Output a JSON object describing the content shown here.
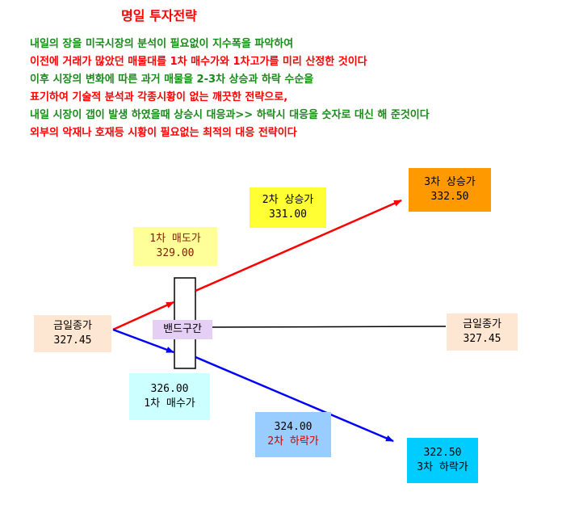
{
  "title": "명일 투자전략",
  "description": [
    {
      "text": "내일의 장을 미국시장의 분석이 필요없이 지수폭을 파악하여",
      "color": "#1a8a1a"
    },
    {
      "text": "이전에 거래가 많았던 매물대를 1차 매수가와 1차고가를 미리 산정한 것이다",
      "color": "#ff0000"
    },
    {
      "text": "이후 시장의 변화에 따른 과거 매물을 2-3차 상승과 하락 수순을",
      "color": "#1a8a1a"
    },
    {
      "text": "표기하여 기술적  분석과 각종시황이 없는 깨끗한 전략으로,",
      "color": "#ff0000"
    },
    {
      "text": "내일 시장이 갭이 발생 하였을때 상승시 대응과>> 하락시 대응을 숫자로 대신 해 준것이다",
      "color": "#1a8a1a"
    },
    {
      "text": "외부의 악재나 호재등  시황이 필요없는 최적의 대응 전략이다",
      "color": "#ff0000"
    }
  ],
  "boxes": {
    "close_left": {
      "label": "금일종가",
      "value": "327.45",
      "bg": "#fde6d2",
      "color": "#000000"
    },
    "sell1": {
      "label": "1차 매도가",
      "value": "329.00",
      "bg": "#ffff99",
      "color": "#7a1f00"
    },
    "rise2": {
      "label": "2차 상승가",
      "value": "331.00",
      "bg": "#ffff33",
      "color": "#000000"
    },
    "rise3": {
      "label": "3차 상승가",
      "value": "332.50",
      "bg": "#ff9900",
      "color": "#000000"
    },
    "close_right": {
      "label": "금일종가",
      "value": "327.45",
      "bg": "#fde6d2",
      "color": "#000000"
    },
    "buy1": {
      "value": "326.00",
      "label": "1차 매수가",
      "bg": "#ccffff",
      "color": "#000000"
    },
    "fall2": {
      "value": "324.00",
      "label": "2차 하락가",
      "bg": "#99ccff",
      "color": "#cc0000"
    },
    "fall3": {
      "value": "322.50",
      "label": "3차 하락가",
      "bg": "#00ccff",
      "color": "#000000"
    }
  },
  "band_label": "밴드구간",
  "colors": {
    "up_arrow": "#ff0000",
    "down_arrow": "#0000ff",
    "flat_line": "#000000"
  }
}
